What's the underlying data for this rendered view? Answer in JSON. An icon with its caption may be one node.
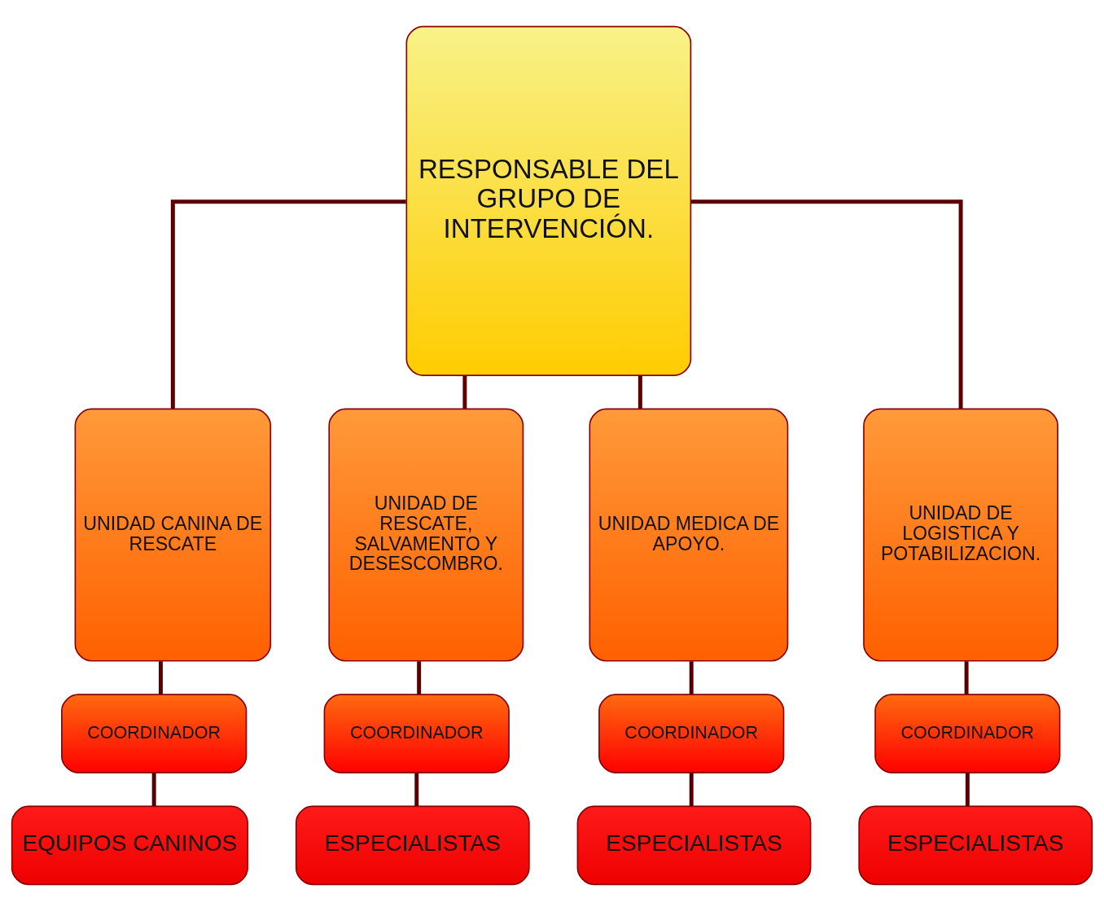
{
  "diagram": {
    "nodes": [
      {
        "text": [
          "RESPONSABLE DEL GRUPO DE INTERVENCIÓN."
        ]
      },
      {
        "text": [
          "UNIDAD CANINA DE RESCATE"
        ]
      },
      {
        "text": [
          "UNIDAD DE RESCATE, SALVAMENTO Y DESESCOMBRO."
        ]
      },
      {
        "text": [
          "UNIDAD MEDICA DE APOYO."
        ]
      },
      {
        "text": [
          "UNIDAD DE LOGISTICA Y POTABILIZACION."
        ]
      },
      {
        "text": [
          "COORDINADOR"
        ]
      },
      {
        "text": [
          "COORDINADOR"
        ]
      },
      {
        "text": [
          "COORDINADOR"
        ]
      },
      {
        "text": [
          "COORDINADOR"
        ]
      },
      {
        "text": [
          "EQUIPOS CANINOS"
        ]
      },
      {
        "text": [
          "ESPECIALISTAS"
        ]
      },
      {
        "text": [
          "ESPECIALISTAS"
        ]
      },
      {
        "text": [
          "ESPECIALISTAS"
        ]
      }
    ],
    "edges": [
      {
        "from": 0,
        "to": 1,
        "arrow": "none"
      },
      {
        "from": 0,
        "to": 2,
        "arrow": "none"
      },
      {
        "from": 0,
        "to": 3,
        "arrow": "none"
      },
      {
        "from": 0,
        "to": 4,
        "arrow": "none"
      },
      {
        "from": 1,
        "to": 5,
        "arrow": "none"
      },
      {
        "from": 2,
        "to": 6,
        "arrow": "none"
      },
      {
        "from": 3,
        "to": 7,
        "arrow": "none"
      },
      {
        "from": 4,
        "to": 8,
        "arrow": "none"
      },
      {
        "from": 5,
        "to": 9,
        "arrow": "none"
      },
      {
        "from": 6,
        "to": 10,
        "arrow": "none"
      },
      {
        "from": 7,
        "to": 11,
        "arrow": "none"
      },
      {
        "from": 8,
        "to": 12,
        "arrow": "none"
      }
    ]
  }
}
